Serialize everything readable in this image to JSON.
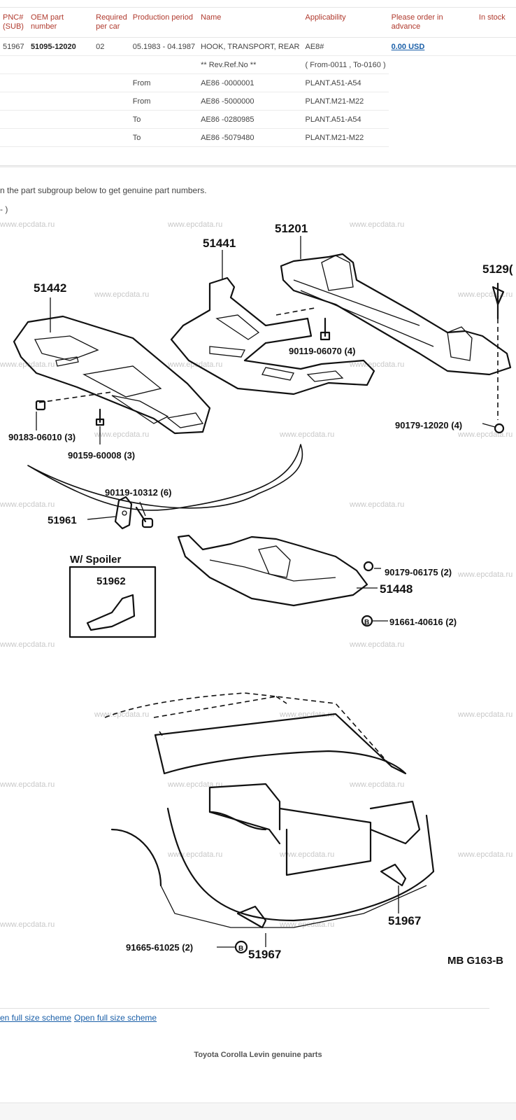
{
  "table": {
    "headers": {
      "pnc": "PNC#",
      "pnc_sub": "(SUB)",
      "oem": "OEM part number",
      "required": "Required",
      "required_sub": "per car",
      "production": "Production period",
      "name": "Name",
      "applicability": "Applicability",
      "order_advance": "Please order in advance",
      "in_stock": "In stock"
    },
    "main_row": {
      "pnc": "51967",
      "oem": "51095-12020",
      "required": "02",
      "production": "05.1983 - 04.1987",
      "name": "HOOK, TRANSPORT, REAR",
      "applicability": "AE8#",
      "price": "0.00 USD"
    },
    "sub_rows": [
      {
        "production": "",
        "name": "** Rev.Ref.No **",
        "applicability": "( From-0011 , To-0160 )"
      },
      {
        "production": "From",
        "name": "AE86 -0000001",
        "applicability": "PLANT.A51-A54"
      },
      {
        "production": "From",
        "name": "AE86 -5000000",
        "applicability": "PLANT.M21-M22"
      },
      {
        "production": "To",
        "name": "AE86 -0280985",
        "applicability": "PLANT.A51-A54"
      },
      {
        "production": "To",
        "name": "AE86 -5079480",
        "applicability": "PLANT.M21-M22"
      }
    ]
  },
  "instruction": "n the part subgroup below to get genuine part numbers.",
  "subgroup_text": "- )",
  "diagram": {
    "watermark": "www.epcdata.ru",
    "labels": {
      "p51201": "51201",
      "p51441": "51441",
      "p51442": "51442",
      "p51290": "5129(",
      "p90119_06070": "90119-06070 (4)",
      "p90179_12020": "90179-12020 (4)",
      "p90183_06010": "90183-06010 (3)",
      "p90159_60008": "90159-60008 (3)",
      "p90119_10312": "90119-10312 (6)",
      "p51961": "51961",
      "spoiler": "W/ Spoiler",
      "p51962": "51962",
      "p90179_06175": "90179-06175 (2)",
      "p51448": "51448",
      "p91661_40616": "91661-40616 (2)",
      "p51967a": "51967",
      "p51967b": "51967",
      "p91665_61025": "91665-61025 (2)",
      "code": "MB  G163-B",
      "marker_b": "B"
    }
  },
  "links": {
    "link1": "en full size scheme",
    "link2": "Open full size scheme"
  },
  "footer": "Toyota Corolla Levin genuine parts"
}
